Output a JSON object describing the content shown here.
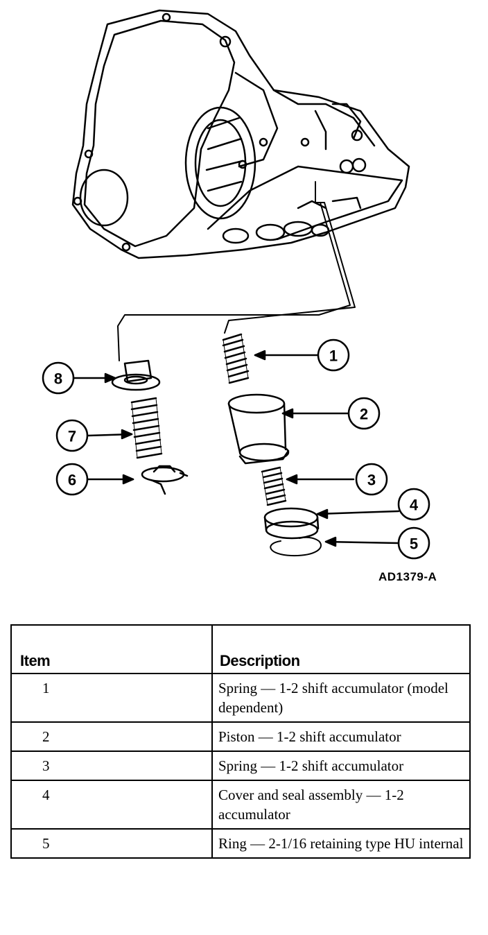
{
  "figure": {
    "label": "AD1379-A",
    "callouts": [
      "1",
      "2",
      "3",
      "4",
      "5",
      "6",
      "7",
      "8"
    ]
  },
  "table": {
    "headers": [
      "Item",
      "Description"
    ],
    "rows": [
      {
        "item": "1",
        "description": "Spring — 1-2 shift accumulator (model dependent)"
      },
      {
        "item": "2",
        "description": "Piston — 1-2 shift accumulator"
      },
      {
        "item": "3",
        "description": "Spring — 1-2 shift accumulator"
      },
      {
        "item": "4",
        "description": "Cover and seal assembly — 1-2 accumulator"
      },
      {
        "item": "5",
        "description": "Ring — 2-1/16 retaining type HU internal"
      }
    ]
  }
}
